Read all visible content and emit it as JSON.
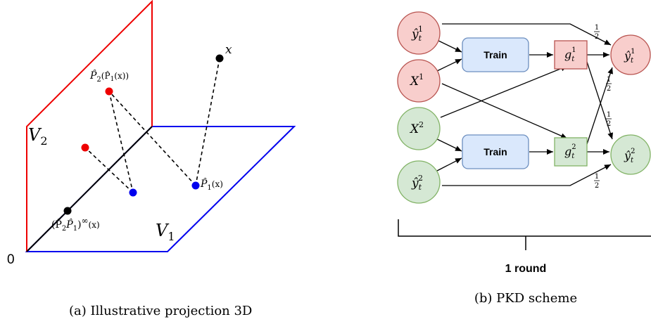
{
  "left": {
    "caption": "(a) Illustrative projection 3D",
    "origin_label": "0",
    "v1_label": "V",
    "v1_sub": "1",
    "v2_label": "V",
    "v2_sub": "2",
    "x_label": "x",
    "p1x_label": "P̂",
    "p1x_sub": "1",
    "p1x_arg": "(x)",
    "p2p1x_label": "P̂",
    "p2p1x_sub": "2",
    "p2p1x_arg": "(P̂",
    "p2p1x_sub2": "1",
    "p2p1x_arg2": "(x))",
    "limit_label": "(P̂",
    "limit_sub": "2",
    "limit_mid": "P̂",
    "limit_sub2": "1",
    "limit_sup": ")",
    "limit_inf": "∞",
    "limit_arg": "(x)",
    "colors": {
      "plane_v1": "#0000ee",
      "plane_v2": "#ee0000",
      "point_red": "#ee0000",
      "point_blue": "#0000ee",
      "point_black": "#000000"
    }
  },
  "right": {
    "caption": "(b) PKD scheme",
    "round_label": "1 round",
    "train_top": "Train",
    "train_bottom": "Train",
    "nodes": {
      "y1": {
        "base": "ŷ",
        "sub": "t",
        "sup": "1"
      },
      "x1": {
        "base": "X",
        "sup": "1"
      },
      "x2": {
        "base": "X",
        "sup": "2"
      },
      "y2": {
        "base": "ŷ",
        "sub": "t",
        "sup": "2"
      },
      "g1": {
        "base": "g",
        "sub": "t",
        "sup": "1"
      },
      "g2": {
        "base": "g",
        "sub": "t",
        "sup": "2"
      },
      "out1": {
        "base": "ŷ",
        "sub": "t",
        "sup": "1"
      },
      "out2": {
        "base": "ŷ",
        "sub": "t",
        "sup": "2"
      }
    },
    "weights": {
      "num": "1",
      "den": "2"
    },
    "colors": {
      "red_fill": "#f8cecc",
      "red_stroke": "#b85450",
      "green_fill": "#d5e8d4",
      "green_stroke": "#82b366",
      "blue_fill": "#dae8fc",
      "blue_stroke": "#6c8ebf"
    }
  }
}
